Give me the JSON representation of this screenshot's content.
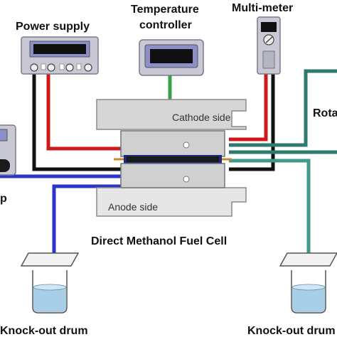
{
  "labels": {
    "power_supply": "Power supply",
    "temperature_controller_line1": "Temperature",
    "temperature_controller_line2": "controller",
    "multimeter": "Multi-meter",
    "rotameter_partial": "Rota",
    "cathode_side": "Cathode side",
    "anode_side": "Anode side",
    "fuel_cell": "Direct Methanol Fuel Cell",
    "pump_partial": "p",
    "knockout_drum_left": "Knock-out drum",
    "knockout_drum_right": "Knock-out drum"
  },
  "colors": {
    "wire_red": "#d01818",
    "wire_black": "#111111",
    "wire_green": "#3aa04a",
    "pipe_blue": "#2a36c8",
    "pipe_teal": "#2e7a6e",
    "pipe_teal_light": "#3f9a8c",
    "device_body": "#c9c9d6",
    "display_frame": "#8c8fc8",
    "display_screen": "#101010",
    "plate_gray": "#d6d6d6",
    "liquid": "#a9cfe8"
  },
  "icons": {
    "power_supply": "power-supply-icon",
    "temperature_controller": "temperature-controller-icon",
    "multimeter": "multimeter-icon",
    "pump": "pump-icon",
    "knockout_drum": "beaker-icon"
  }
}
